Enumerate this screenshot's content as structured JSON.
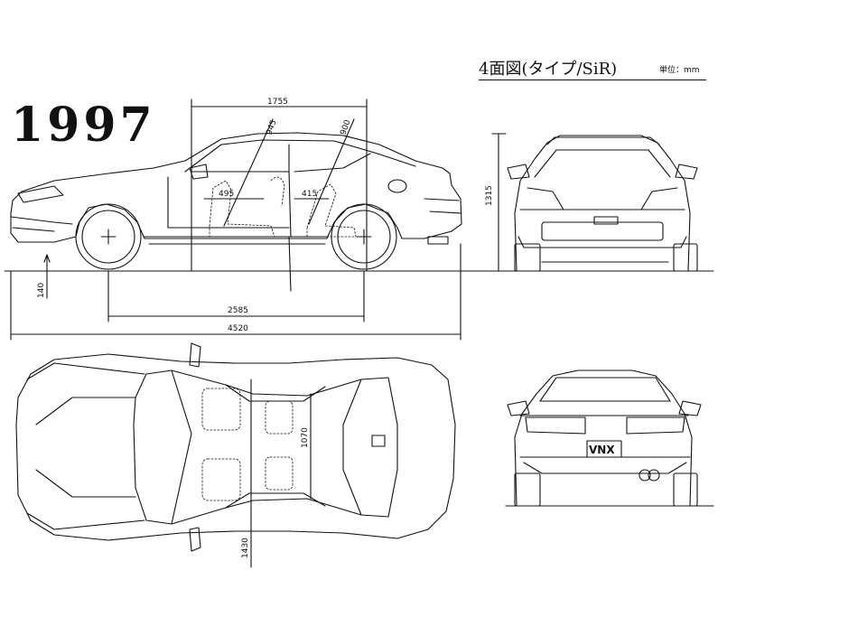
{
  "title": {
    "year": "1997",
    "heading": "4面図(タイプ/SiR)",
    "unit_label": "単位：mm"
  },
  "dimensions": {
    "roof_length": "1755",
    "front_headroom": "945",
    "rear_headroom": "900",
    "front_legroom": "495",
    "rear_legroom": "415",
    "height": "1315",
    "ground_clearance": "140",
    "wheelbase": "2585",
    "overall_length": "4520",
    "cabin_width": "1070",
    "track": "1430"
  },
  "plate": {
    "text": "VNX"
  }
}
